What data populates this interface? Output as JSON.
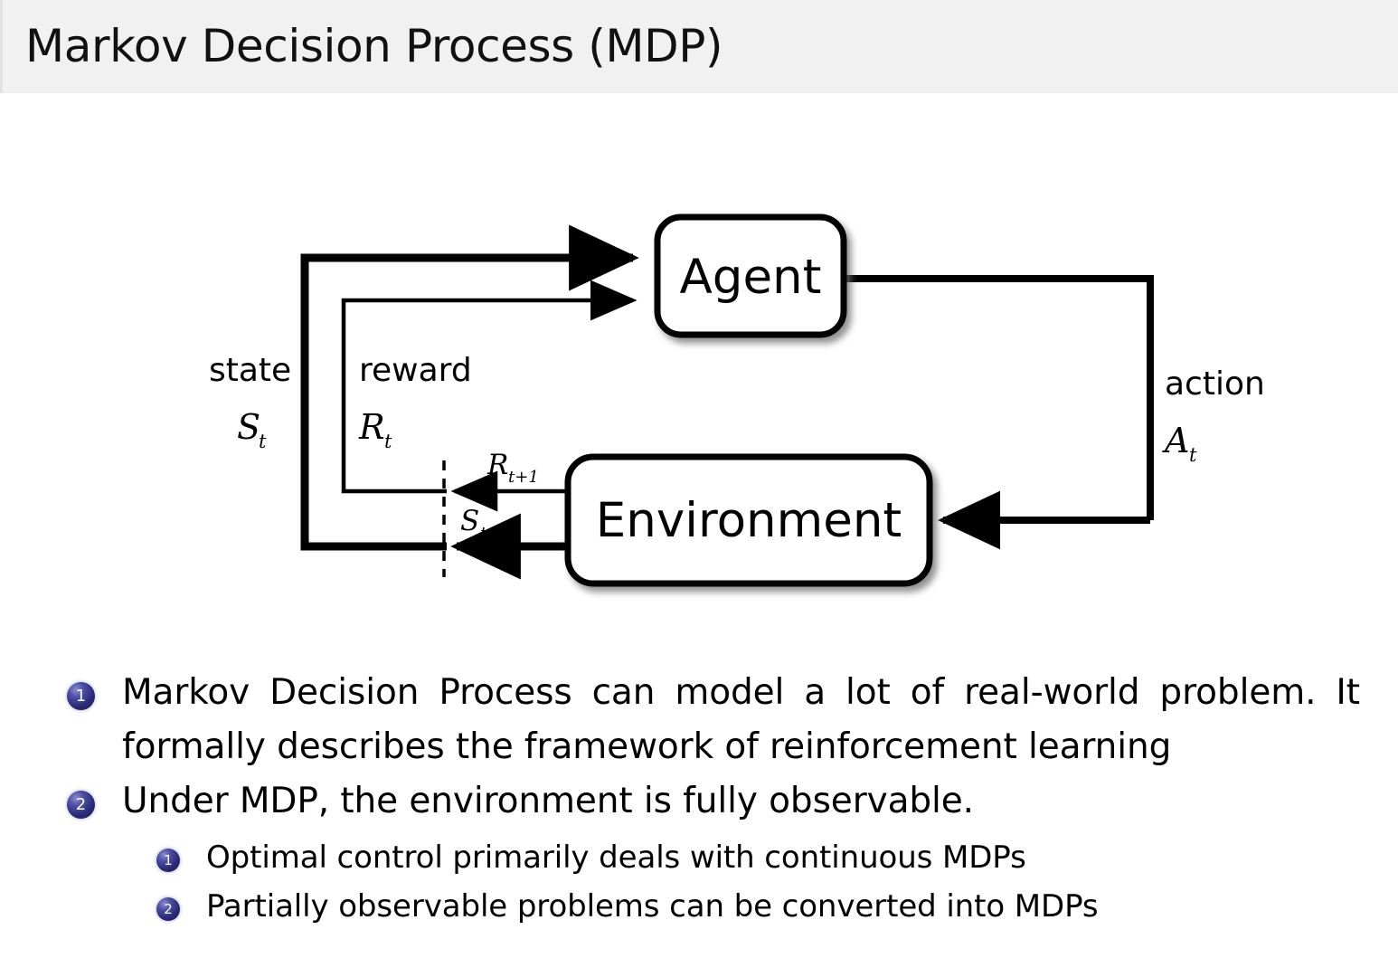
{
  "slide": {
    "title": "Markov Decision Process (MDP)"
  },
  "diagram": {
    "name": "agent-environment-interaction-loop",
    "nodes": {
      "agent": "Agent",
      "environment": "Environment"
    },
    "edge_labels": {
      "state_word": "state",
      "state_symbol": "S",
      "state_subscript": "t",
      "reward_word": "reward",
      "reward_symbol": "R",
      "reward_subscript": "t",
      "action_word": "action",
      "action_symbol": "A",
      "action_subscript": "t",
      "reward_next_symbol": "R",
      "reward_next_subscript": "t+1",
      "state_next_symbol": "S",
      "state_next_subscript": "t+1"
    }
  },
  "bullets": [
    {
      "number": "1",
      "level": 1,
      "text": "Markov Decision Process can model a lot of real-world problem. It formally describes the framework of reinforcement learning"
    },
    {
      "number": "2",
      "level": 1,
      "text": "Under MDP, the environment is fully observable."
    },
    {
      "number": "1",
      "level": 2,
      "text": "Optimal control primarily deals with continuous MDPs"
    },
    {
      "number": "2",
      "level": 2,
      "text": "Partially observable problems can be converted into MDPs"
    }
  ],
  "colors": {
    "title_band": "#f1f1f1",
    "marker_blue": "#2a2a77",
    "text": "#000000",
    "background": "#ffffff"
  }
}
